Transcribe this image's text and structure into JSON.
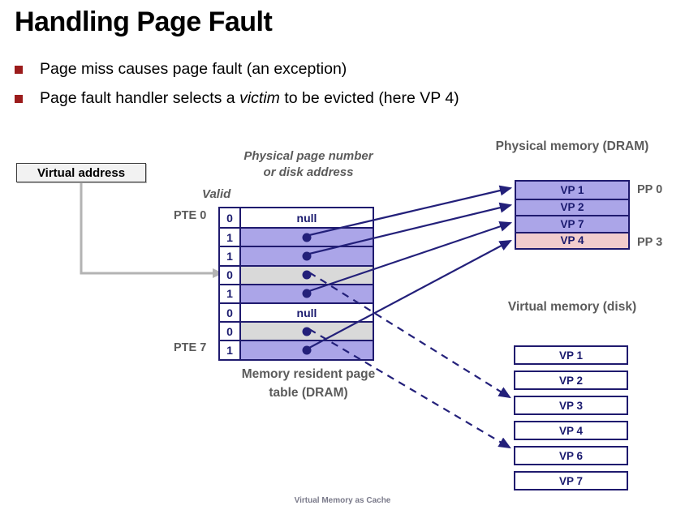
{
  "slide": {
    "title": "Handling Page Fault",
    "footer": "Virtual Memory as Cache"
  },
  "bullets": [
    {
      "text_before": "Page miss causes page fault (an exception)",
      "emphasis": "",
      "text_after": ""
    },
    {
      "text_before": "Page fault handler selects a ",
      "emphasis": "victim",
      "text_after": " to be evicted (here VP 4)"
    }
  ],
  "virtual_address": {
    "label": "Virtual address"
  },
  "page_table": {
    "valid_heading": "Valid",
    "ppn_heading": "Physical page number or disk address",
    "caption": "Memory resident page table (DRAM)",
    "first_label": "PTE 0",
    "last_label": "PTE 7",
    "rows": [
      {
        "valid": "0",
        "content": "null",
        "fill": "white"
      },
      {
        "valid": "1",
        "content": "",
        "fill": "purple"
      },
      {
        "valid": "1",
        "content": "",
        "fill": "purple"
      },
      {
        "valid": "0",
        "content": "",
        "fill": "gray"
      },
      {
        "valid": "1",
        "content": "",
        "fill": "purple"
      },
      {
        "valid": "0",
        "content": "null",
        "fill": "white"
      },
      {
        "valid": "0",
        "content": "",
        "fill": "gray"
      },
      {
        "valid": "1",
        "content": "",
        "fill": "purple"
      }
    ]
  },
  "physical_memory": {
    "heading": "Physical memory (DRAM)",
    "rows": [
      {
        "label": "VP 1",
        "victim": false
      },
      {
        "label": "VP 2",
        "victim": false
      },
      {
        "label": "VP 7",
        "victim": false
      },
      {
        "label": "VP 4",
        "victim": true
      }
    ],
    "pp_first": "PP 0",
    "pp_last": "PP 3"
  },
  "virtual_memory": {
    "heading": "Virtual memory (disk)",
    "rows": [
      {
        "label": "VP 1"
      },
      {
        "label": "VP 2"
      },
      {
        "label": "VP 3"
      },
      {
        "label": "VP 4"
      },
      {
        "label": "VP 6"
      },
      {
        "label": "VP 7"
      }
    ]
  },
  "colors": {
    "accent_navy": "#1f1a6e",
    "fill_purple": "#aba5e8",
    "fill_gray": "#d9d9d9",
    "fill_victim_pink": "#f2cdcd",
    "bullet_red": "#9b1b1b",
    "label_gray": "#5b5b5b"
  }
}
